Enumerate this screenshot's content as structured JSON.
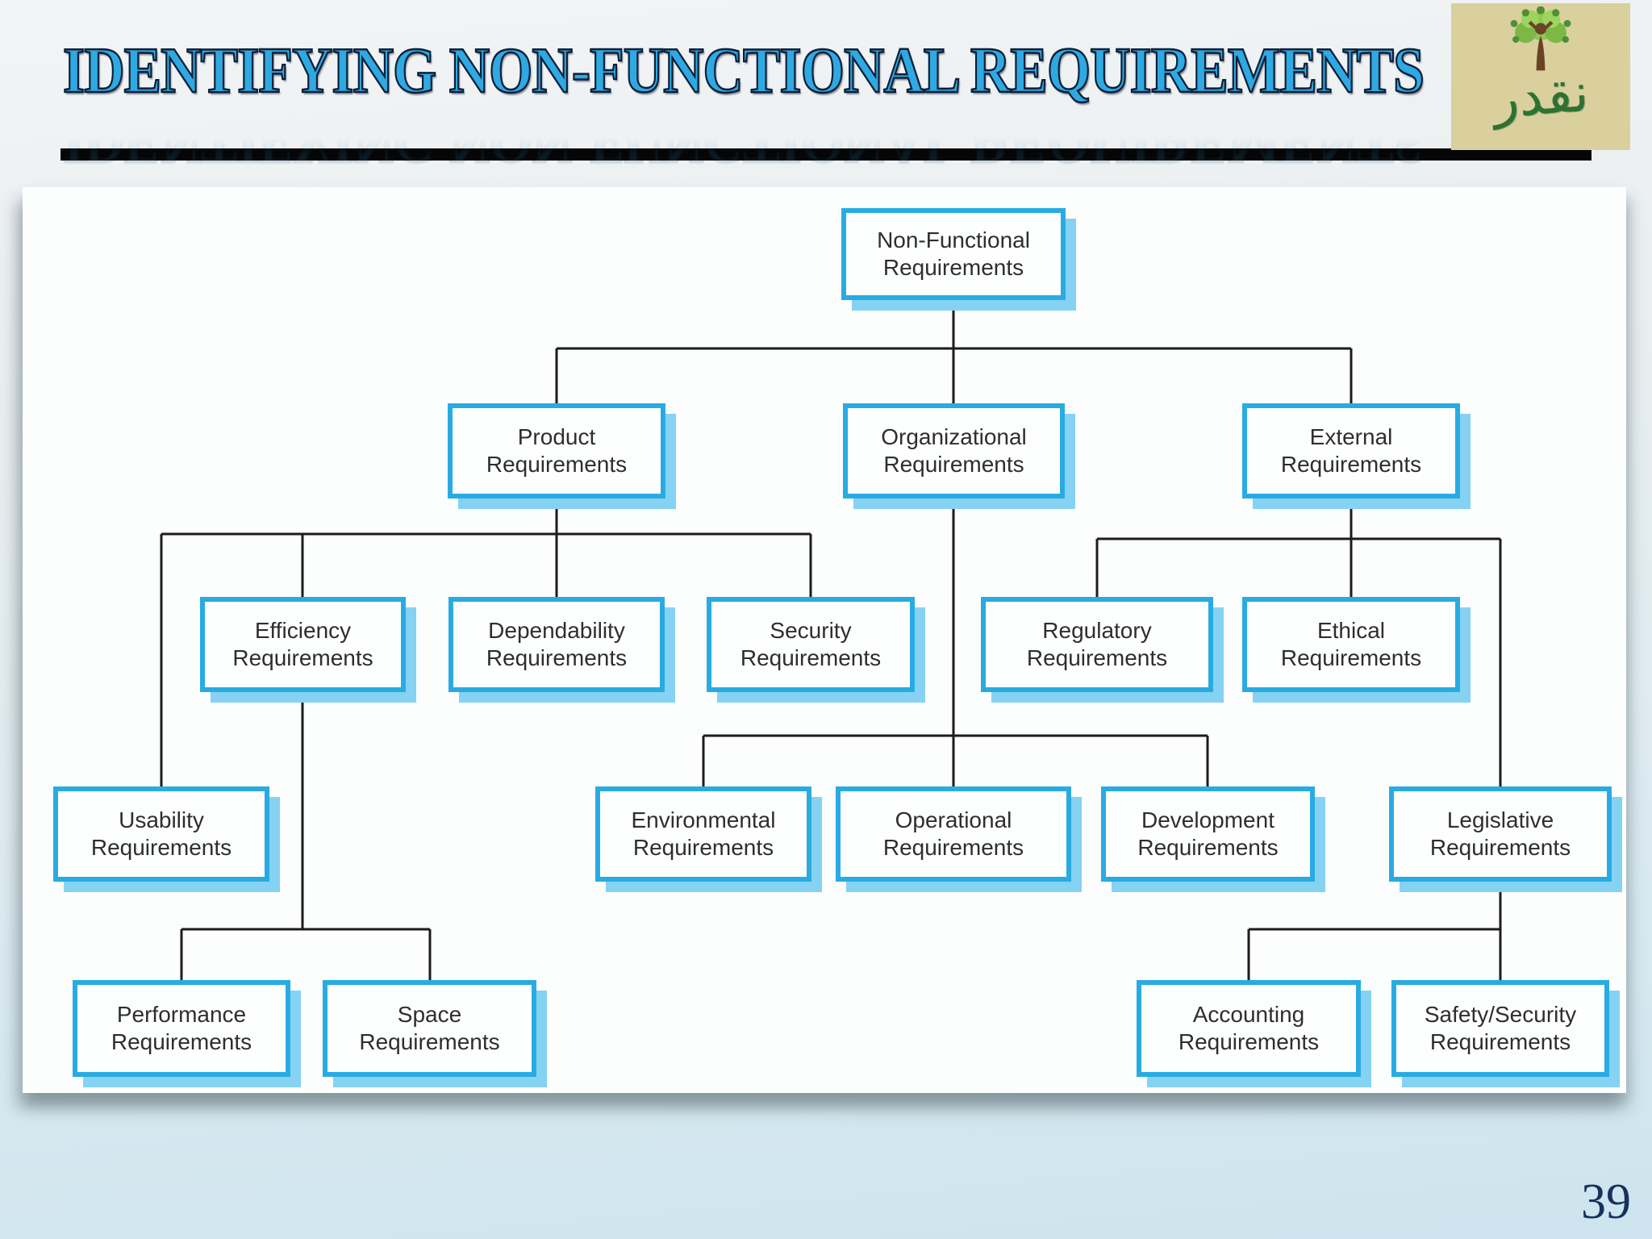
{
  "slide": {
    "title": "IDENTIFYING NON-FUNCTIONAL REQUIREMENTS",
    "page_number": "39",
    "logo_text": "نقدر"
  },
  "diagram": {
    "nodes": [
      {
        "id": "nonfunctional",
        "line1": "Non-Functional",
        "line2": "Requirements"
      },
      {
        "id": "product",
        "line1": "Product",
        "line2": "Requirements"
      },
      {
        "id": "organizational",
        "line1": "Organizational",
        "line2": "Requirements"
      },
      {
        "id": "external",
        "line1": "External",
        "line2": "Requirements"
      },
      {
        "id": "efficiency",
        "line1": "Efficiency",
        "line2": "Requirements"
      },
      {
        "id": "dependability",
        "line1": "Dependability",
        "line2": "Requirements"
      },
      {
        "id": "security",
        "line1": "Security",
        "line2": "Requirements"
      },
      {
        "id": "regulatory",
        "line1": "Regulatory",
        "line2": "Requirements"
      },
      {
        "id": "ethical",
        "line1": "Ethical",
        "line2": "Requirements"
      },
      {
        "id": "usability",
        "line1": "Usability",
        "line2": "Requirements"
      },
      {
        "id": "environmental",
        "line1": "Environmental",
        "line2": "Requirements"
      },
      {
        "id": "operational",
        "line1": "Operational",
        "line2": "Requirements"
      },
      {
        "id": "development",
        "line1": "Development",
        "line2": "Requirements"
      },
      {
        "id": "legislative",
        "line1": "Legislative",
        "line2": "Requirements"
      },
      {
        "id": "performance",
        "line1": "Performance",
        "line2": "Requirements"
      },
      {
        "id": "space",
        "line1": "Space",
        "line2": "Requirements"
      },
      {
        "id": "accounting",
        "line1": "Accounting",
        "line2": "Requirements"
      },
      {
        "id": "safety_security",
        "line1": "Safety/Security",
        "line2": "Requirements"
      }
    ],
    "tree": {
      "nonfunctional": [
        "product",
        "organizational",
        "external"
      ],
      "product": [
        "usability",
        "efficiency",
        "dependability",
        "security"
      ],
      "efficiency": [
        "performance",
        "space"
      ],
      "organizational": [
        "environmental",
        "operational",
        "development"
      ],
      "external": [
        "regulatory",
        "ethical",
        "legislative"
      ],
      "legislative": [
        "accounting",
        "safety_security"
      ]
    },
    "colors": {
      "box_border": "#29abe2",
      "box_shadow": "#85d2f3",
      "connector": "#1c1c1c",
      "title_blue": "#2fa9e2",
      "title_outline": "#0e1f38",
      "page_number": "#16325c",
      "logo_background": "#d9d09e",
      "logo_green": "#4e8f33",
      "logo_text_green": "#2e7233"
    }
  }
}
